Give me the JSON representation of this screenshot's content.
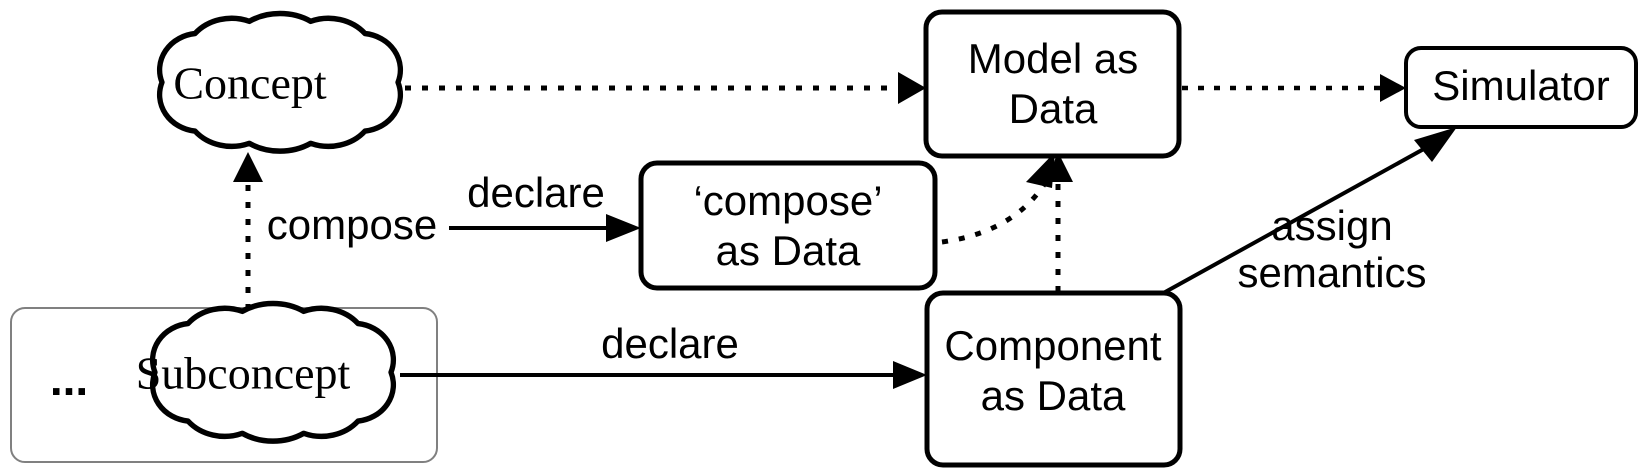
{
  "diagram": {
    "title": "Model as Data conceptual workflow diagram",
    "background_color": "#ffffff",
    "stroke_color": "#000000",
    "group_frame_color": "#808080",
    "nodes": {
      "concept": {
        "label": "Concept",
        "shape": "cloud",
        "font": "serif"
      },
      "subconcept": {
        "label": "Subconcept",
        "shape": "cloud",
        "font": "serif"
      },
      "subconcept_group_ellipsis": {
        "label": "...",
        "shape": "text"
      },
      "compose_as_data": {
        "line1": "‘compose’",
        "line2": "as Data",
        "shape": "rounded-rect"
      },
      "model_as_data": {
        "line1": "Model as",
        "line2": "Data",
        "shape": "rounded-rect"
      },
      "component_as_data": {
        "line1": "Component",
        "line2": "as Data",
        "shape": "rounded-rect"
      },
      "simulator": {
        "label": "Simulator",
        "shape": "rounded-rect"
      }
    },
    "edges": {
      "concept_to_model": {
        "label": "",
        "style": "dotted",
        "from": "concept",
        "to": "model_as_data"
      },
      "model_to_simulator": {
        "label": "",
        "style": "dotted",
        "from": "model_as_data",
        "to": "simulator"
      },
      "subconcept_to_concept": {
        "label": "compose",
        "style": "dotted",
        "from": "subconcept",
        "to": "concept"
      },
      "compose_declare": {
        "label": "declare",
        "style": "solid",
        "from": "compose",
        "to": "compose_as_data"
      },
      "compose_data_to_model": {
        "label": "",
        "style": "dotted-curved",
        "from": "compose_as_data",
        "to": "model_as_data"
      },
      "component_to_model": {
        "label": "",
        "style": "dotted",
        "from": "component_as_data",
        "to": "model_as_data"
      },
      "subconcept_declare": {
        "label": "declare",
        "style": "solid",
        "from": "subconcept",
        "to": "component_as_data"
      },
      "component_to_simulator": {
        "line1": "assign",
        "line2": "semantics",
        "style": "solid",
        "from": "component_as_data",
        "to": "simulator"
      }
    }
  }
}
